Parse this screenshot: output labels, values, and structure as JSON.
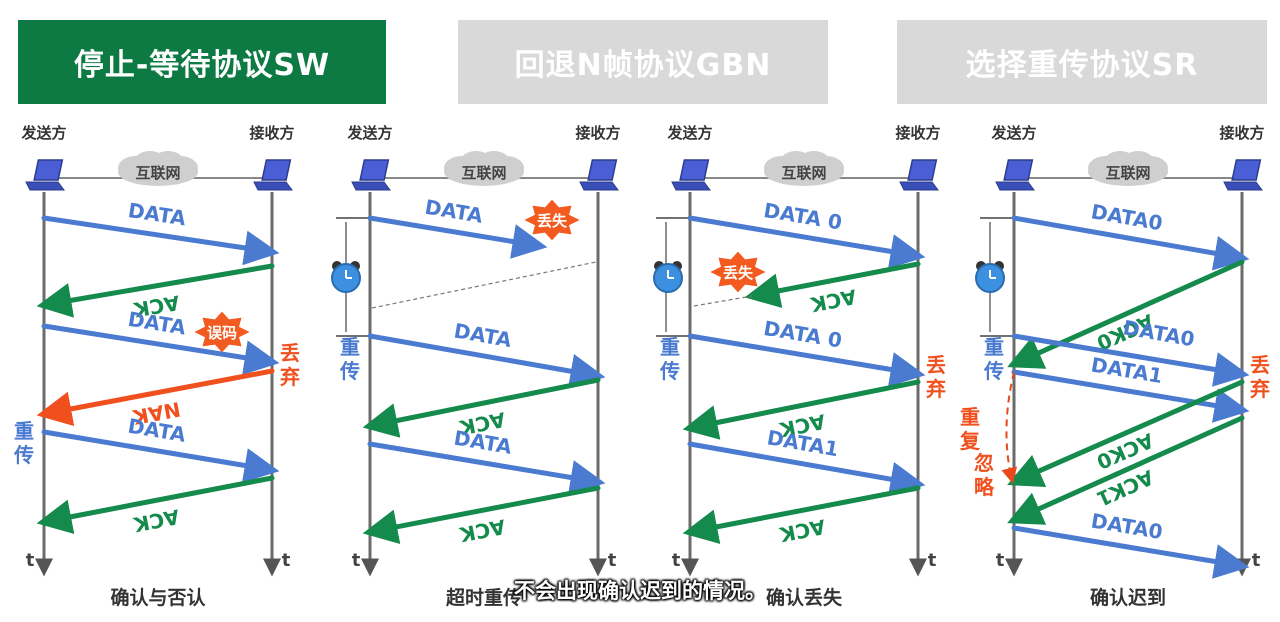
{
  "tabs": {
    "sw": "停止-等待协议SW",
    "gbn": "回退N帧协议GBN",
    "sr": "选择重传协议SR"
  },
  "labels": {
    "sender": "发送方",
    "receiver": "接收方",
    "internet": "互联网",
    "time": "t",
    "resend": "重传",
    "discard": "丢弃",
    "dup_ignore_1": "重复",
    "dup_ignore_2": "忽略",
    "error_code": "误码",
    "lost": "丢失"
  },
  "frames": {
    "data": "DATA",
    "ack": "ACK",
    "nak": "NAK",
    "data_0_spaced": "DATA 0",
    "data0": "DATA0",
    "data1": "DATA1",
    "ack0": "ACK0",
    "ack1": "ACK1"
  },
  "captions": {
    "sw": "确认与否认",
    "gbn": "超时重传",
    "gbn2": "确认丢失",
    "sr": "确认迟到"
  },
  "subtitle": "不会出现确认迟到的情况。",
  "colors": {
    "data": "#4a7bd0",
    "ack": "#148a4c",
    "nak": "#f0501e",
    "tab_active": "#0e7a43",
    "tab_inactive": "#d9d9d9"
  }
}
